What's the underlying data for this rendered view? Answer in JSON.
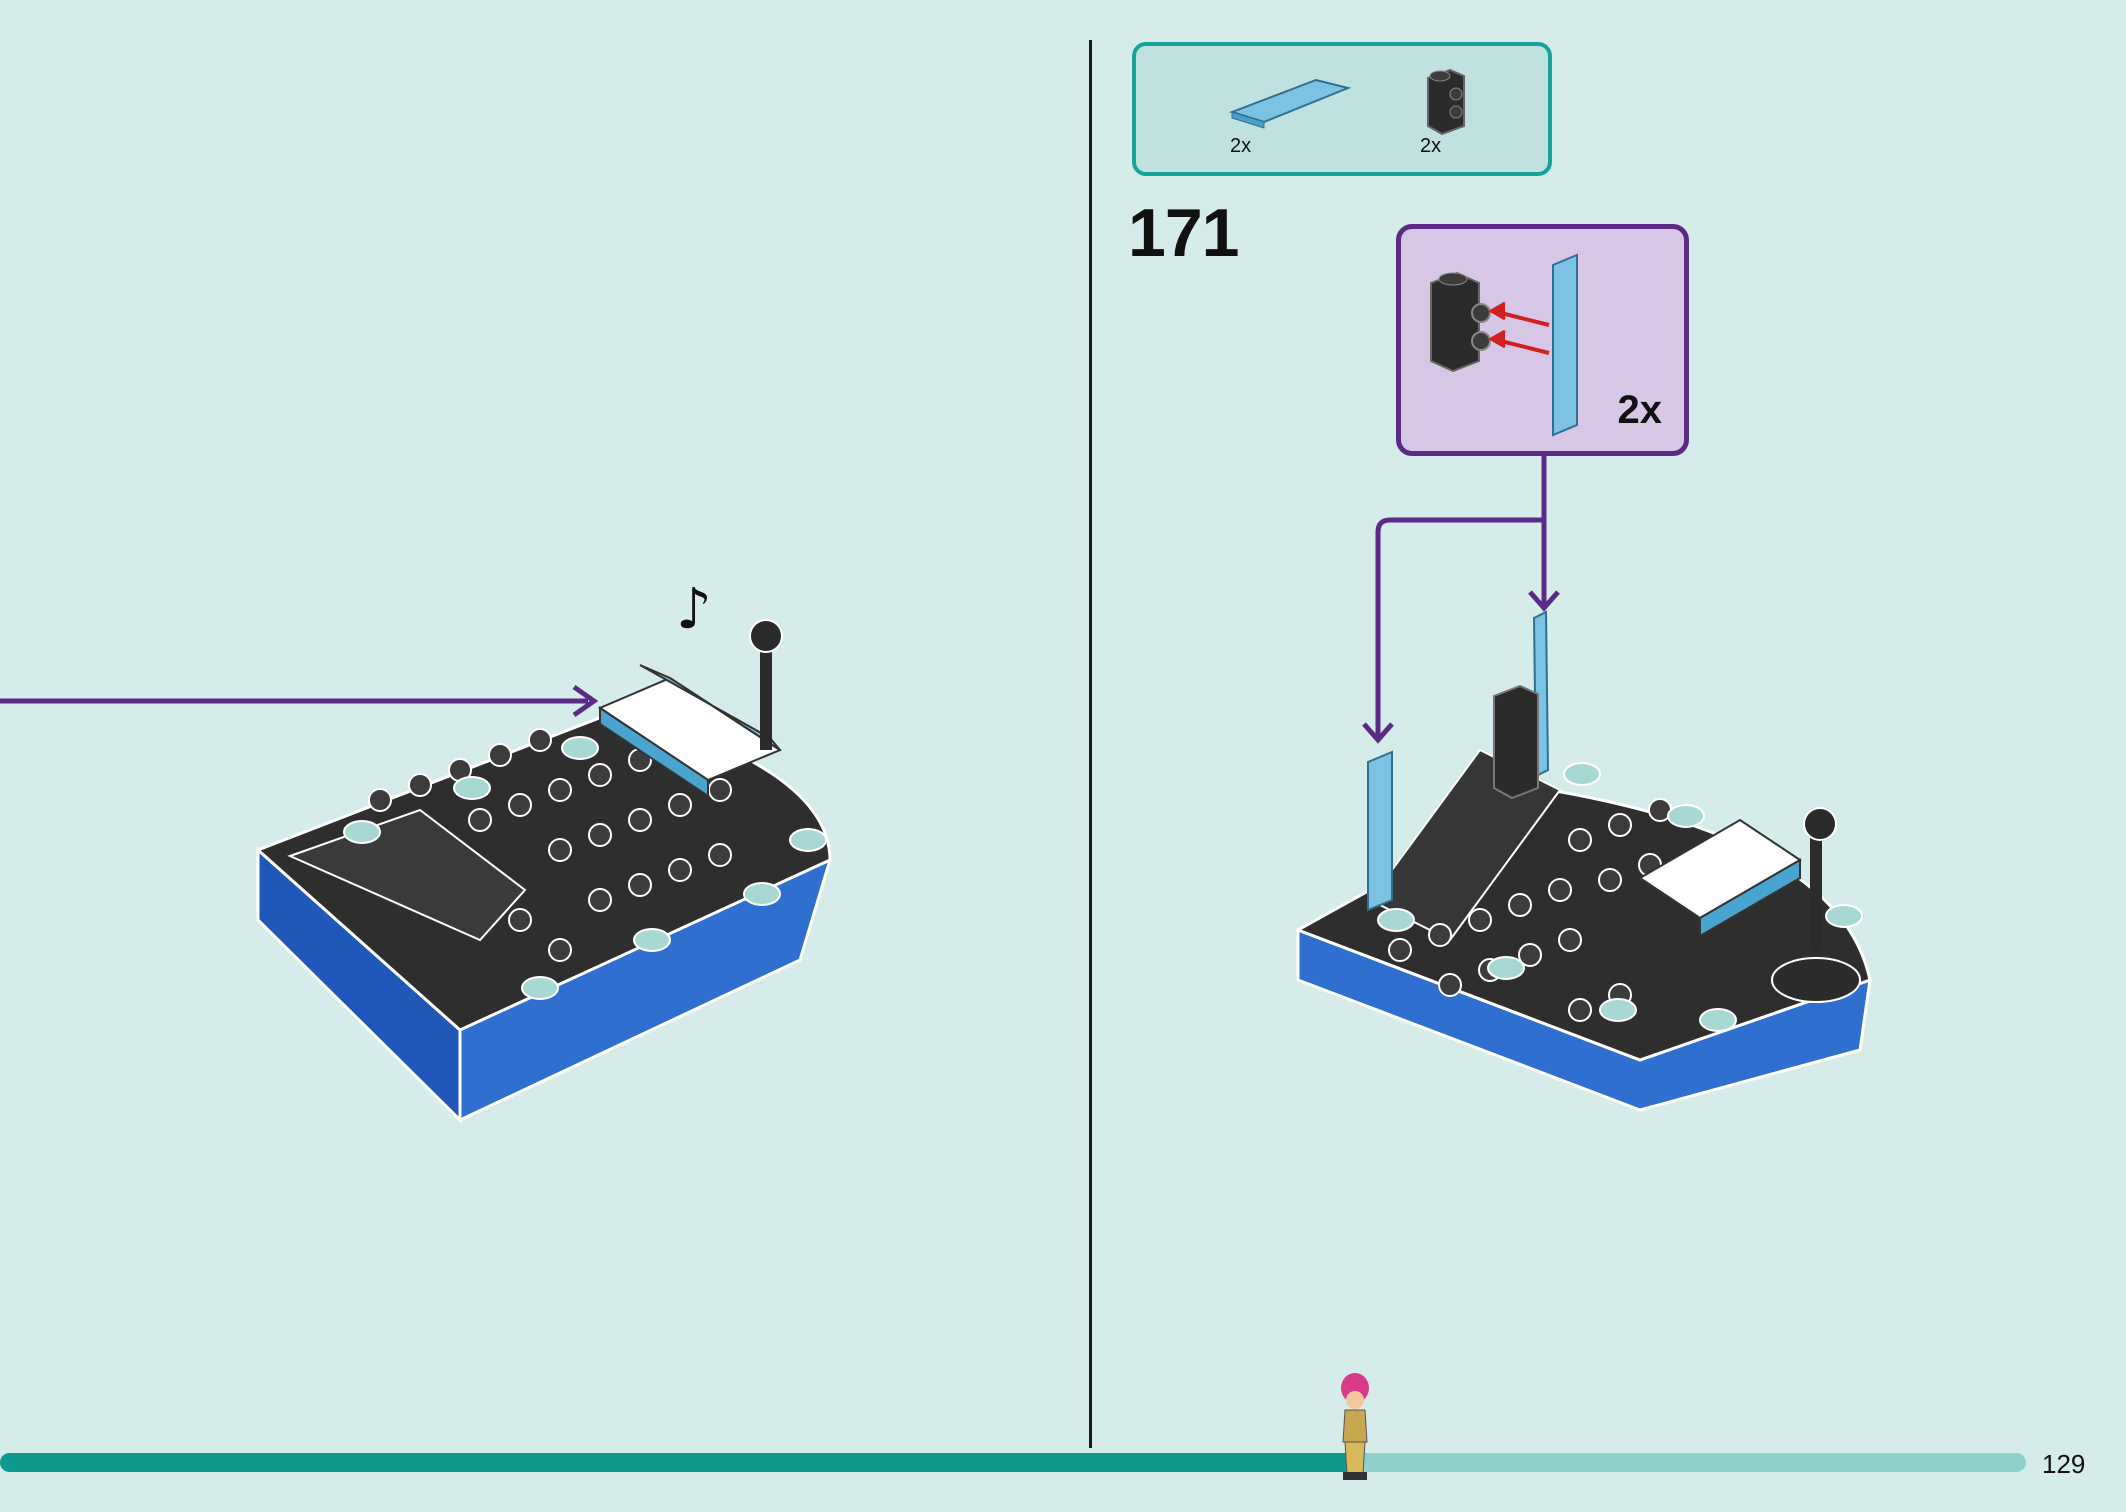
{
  "step": {
    "number": "171"
  },
  "parts_list": [
    {
      "icon": "flat-tile-icon",
      "qty": "2x",
      "color": "#7cc3e3"
    },
    {
      "icon": "brick-with-studs-icon",
      "qty": "2x",
      "color": "#2b2b2b"
    }
  ],
  "sub_assembly": {
    "qty": "2x"
  },
  "progress": {
    "fraction": 0.67
  },
  "page": {
    "number": "129"
  },
  "colors": {
    "background": "#d5ecea",
    "parts_border": "#16a49a",
    "sub_border": "#5a2a86",
    "sub_fill": "#d7c6e6",
    "progress_fill": "#0f9a8f",
    "progress_track": "#8fd0cc",
    "arrow": "#5a2a86"
  }
}
